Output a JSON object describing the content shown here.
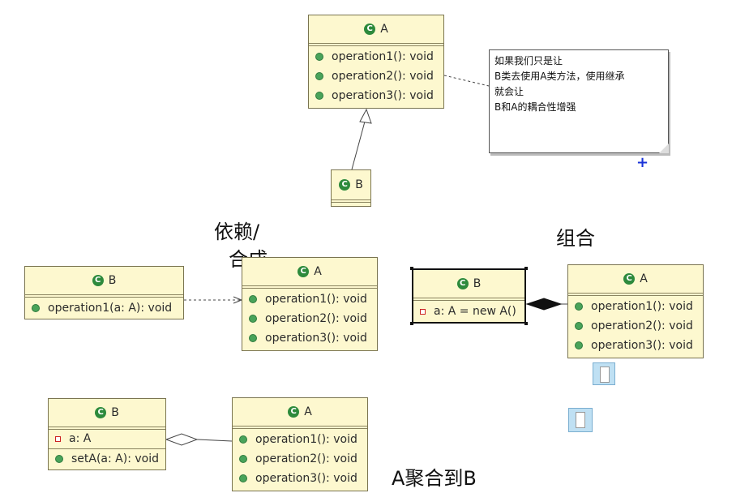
{
  "top": {
    "classA": {
      "name": "A",
      "methods": [
        "operation1(): void",
        "operation2(): void",
        "operation3(): void"
      ]
    },
    "classB": {
      "name": "B"
    },
    "note": {
      "lines": [
        "如果我们只是让",
        "B类去使用A类方法，使用继承",
        "就会让",
        "B和A的耦合性增强"
      ]
    },
    "plus": "+"
  },
  "dependency": {
    "label_line1": "依赖/",
    "label_line2": "合成",
    "classB": {
      "name": "B",
      "methods": [
        "operation1(a: A): void"
      ]
    },
    "classA": {
      "name": "A",
      "methods": [
        "operation1(): void",
        "operation2(): void",
        "operation3(): void"
      ]
    }
  },
  "composition": {
    "label": "组合",
    "classB": {
      "name": "B",
      "fields": [
        "a: A = new A()"
      ]
    },
    "classA": {
      "name": "A",
      "methods": [
        "operation1(): void",
        "operation2(): void",
        "operation3(): void"
      ]
    }
  },
  "aggregation": {
    "label": "A聚合到B",
    "classB": {
      "name": "B",
      "fields": [
        "a: A"
      ],
      "methods": [
        "setA(a: A): void"
      ]
    },
    "classA": {
      "name": "A",
      "methods": [
        "operation1(): void",
        "operation2(): void",
        "operation3(): void"
      ]
    }
  },
  "icons": {
    "class_icon_glyph": "C",
    "class_icon": "class-icon",
    "public_method": "public-method-icon",
    "private_field": "private-field-icon",
    "image_placeholder": "image-icon"
  },
  "colors": {
    "class_fill": "#fdf8cf",
    "class_border": "#7a7450",
    "class_icon": "#2d8a3c",
    "public_dot": "#49a35a",
    "private_square": "#cc2222",
    "plus": "#1a33d8"
  }
}
